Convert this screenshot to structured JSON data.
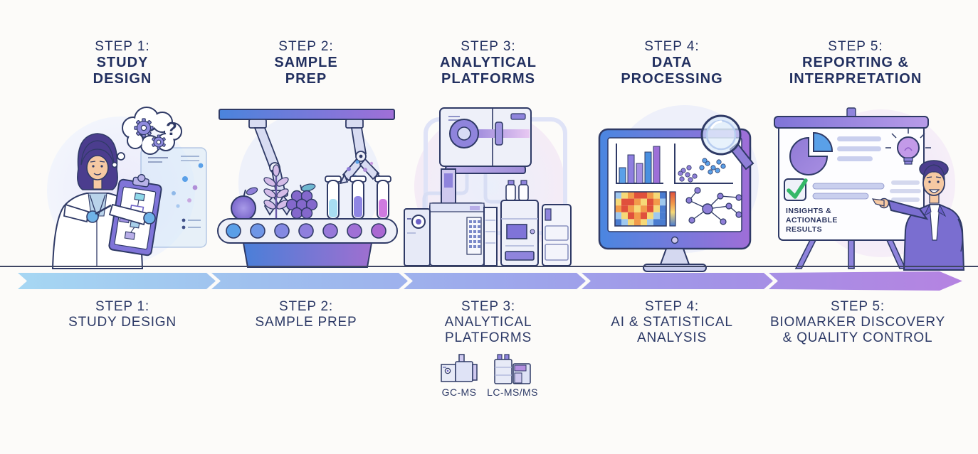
{
  "page": {
    "background": "#fcfbf9"
  },
  "steps": [
    {
      "top": [
        "STEP 1:",
        "STUDY",
        "DESIGN"
      ],
      "bottom": [
        "STEP 1:",
        "STUDY DESIGN"
      ]
    },
    {
      "top": [
        "STEP 2:",
        "SAMPLE",
        "PREP"
      ],
      "bottom": [
        "STEP 2:",
        "SAMPLE PREP"
      ]
    },
    {
      "top": [
        "STEP 3:",
        "ANALYTICAL",
        "PLATFORMS"
      ],
      "bottom": [
        "STEP 3:",
        "ANALYTICAL",
        "PLATFORMS"
      ]
    },
    {
      "top": [
        "STEP 4:",
        "DATA",
        "PROCESSING"
      ],
      "bottom": [
        "STEP 4:",
        "AI & STATISTICAL",
        "ANALYSIS"
      ]
    },
    {
      "top": [
        "STEP 5:",
        "REPORTING &",
        "INTERPRETATION"
      ],
      "bottom": [
        "STEP 5:",
        "BIOMARKER DISCOVERY",
        "& QUALITY CONTROL"
      ]
    }
  ],
  "board_text": [
    "INSIGHTS &",
    "ACTIONABLE",
    "RESULTS"
  ],
  "instrument_labels": [
    "GC-MS",
    "LC-MS/MS"
  ],
  "glyphs": {
    "question": "?"
  },
  "colors": {
    "text_navy": "#223060",
    "outline_navy": "#2f3a66",
    "arrow_start": "#a6d7f3",
    "arrow_mid": "#9da9ec",
    "arrow_end": "#b583e1",
    "purple": "#8f84dc",
    "blue": "#5aa0e8",
    "green_check": "#35b868",
    "skin": "#f6c9a3",
    "hair_purple": "#4b3d8e",
    "heatmap_palette": [
      "#e0503c",
      "#f29a4a",
      "#f6d977",
      "#9fc8ee",
      "#4a7cd0"
    ]
  },
  "icons": [
    "thought-bubble",
    "gear",
    "question-mark",
    "clipboard-flowchart",
    "data-panel",
    "robotic-arm",
    "conveyor-belt",
    "apple",
    "wheat",
    "grapes",
    "test-tube",
    "mass-spectrometer",
    "gc-ms-instrument",
    "lc-instrument",
    "monitor",
    "bar-chart",
    "scatter-plot",
    "heatmap",
    "network-graph",
    "magnifying-glass",
    "presentation-board",
    "pie-chart",
    "lightbulb",
    "checkmark",
    "process-arrow"
  ]
}
